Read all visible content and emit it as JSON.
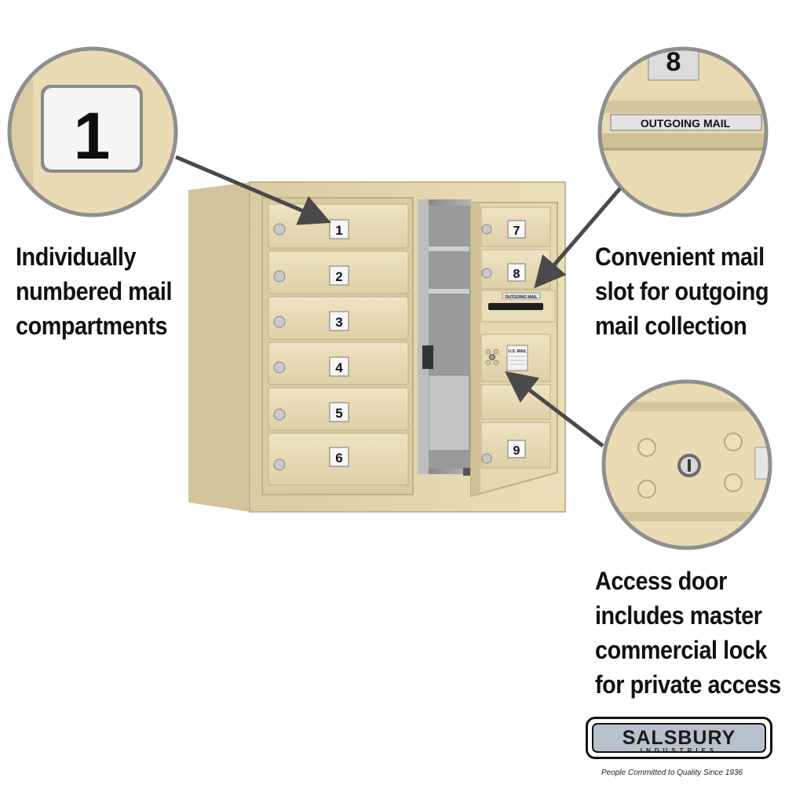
{
  "callouts": {
    "numbered": {
      "tile_number": "1",
      "caption": [
        "Individually",
        "numbered mail",
        "compartments"
      ]
    },
    "outgoing": {
      "tile_number": "8",
      "label": "OUTGOING MAIL",
      "caption": [
        "Convenient mail",
        "slot for outgoing",
        "mail collection"
      ]
    },
    "access": {
      "caption": [
        "Access door",
        "includes master",
        "commercial lock",
        "for private access"
      ]
    }
  },
  "mailbox": {
    "left_doors": [
      "1",
      "2",
      "3",
      "4",
      "5",
      "6"
    ],
    "right_doors": [
      "7",
      "8"
    ],
    "bottom_door": "9",
    "slot_label": "OUTGOING MAIL",
    "access_label": "U.S. MAIL"
  },
  "brand": {
    "name": "SALSBURY",
    "sub": "INDUSTRIES",
    "tagline": "People Committed to Quality Since 1936"
  },
  "colors": {
    "sand": "#e8dcb5",
    "sand_dark": "#cdbf95",
    "arrow": "#4a4a4a"
  }
}
